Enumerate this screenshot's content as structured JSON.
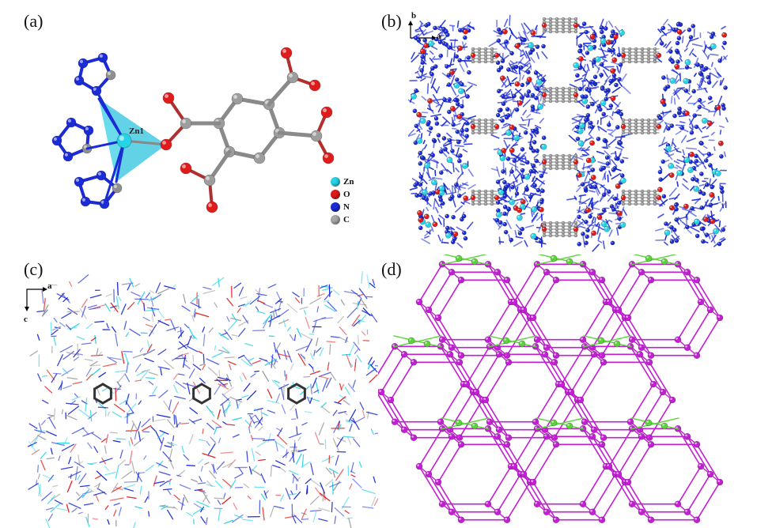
{
  "panels": {
    "a": {
      "label": "(a)",
      "atom_label": "Zn1"
    },
    "b": {
      "label": "(b)",
      "axis_v": "b",
      "axis_h": "a"
    },
    "c": {
      "label": "(c)",
      "axis_v": "c",
      "axis_h": "a"
    },
    "d": {
      "label": "(d)"
    }
  },
  "legend": [
    {
      "symbol": "Zn",
      "color": "#29d3e6"
    },
    {
      "symbol": "O",
      "color": "#e01b1b"
    },
    {
      "symbol": "N",
      "color": "#1b2bd6"
    },
    {
      "symbol": "C",
      "color": "#a8a8a8"
    }
  ],
  "colors": {
    "zn": "#29d3e6",
    "o": "#e01b1b",
    "n": "#1b2bd6",
    "c": "#9a9a9a",
    "polyhedron": "#2ec3df",
    "node_magenta": "#c21fd3",
    "node_green": "#5ad33a"
  }
}
